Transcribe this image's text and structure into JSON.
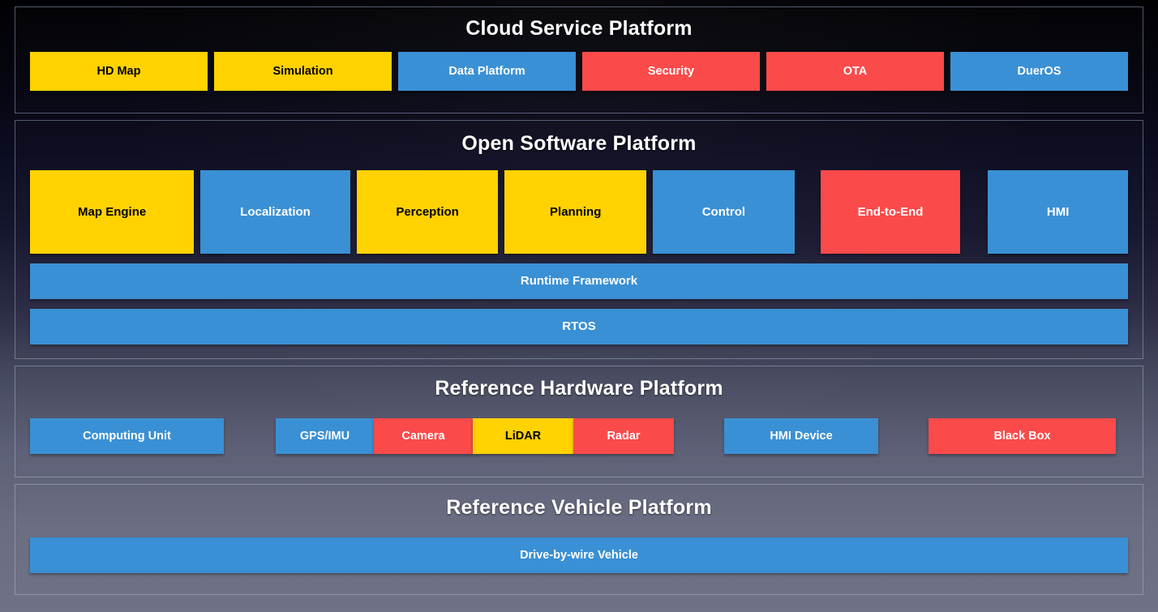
{
  "palette": {
    "yellow": "#FFD200",
    "blue": "#3A90D4",
    "red": "#FB4A4A",
    "text_on_yellow": "#000000",
    "text_on_blue": "#FFFFFF",
    "text_on_red": "#FFFFFF",
    "layer_border": "#AABEE1",
    "title_text": "#FFFFFF"
  },
  "layers": [
    {
      "id": "cloud",
      "title": "Cloud Service Platform",
      "boxes": [
        {
          "label": "HD Map",
          "color": "yellow"
        },
        {
          "label": "Simulation",
          "color": "yellow"
        },
        {
          "label": "Data Platform",
          "color": "blue"
        },
        {
          "label": "Security",
          "color": "red"
        },
        {
          "label": "OTA",
          "color": "red"
        },
        {
          "label": "DuerOS",
          "color": "blue"
        }
      ]
    },
    {
      "id": "software",
      "title": "Open Software Platform",
      "boxes": [
        {
          "label": "Map Engine",
          "color": "yellow"
        },
        {
          "label": "Localization",
          "color": "blue"
        },
        {
          "label": "Perception",
          "color": "yellow"
        },
        {
          "label": "Planning",
          "color": "yellow"
        },
        {
          "label": "Control",
          "color": "blue"
        },
        {
          "label": "End-to-End",
          "color": "red"
        },
        {
          "label": "HMI",
          "color": "blue"
        }
      ],
      "bars": [
        {
          "label": "Runtime Framework",
          "color": "blue"
        },
        {
          "label": "RTOS",
          "color": "blue"
        }
      ]
    },
    {
      "id": "hardware",
      "title": "Reference Hardware Platform",
      "boxes": [
        {
          "label": "Computing Unit",
          "color": "blue"
        },
        {
          "label": "GPS/IMU",
          "color": "blue"
        },
        {
          "label": "Camera",
          "color": "red"
        },
        {
          "label": "LiDAR",
          "color": "yellow"
        },
        {
          "label": "Radar",
          "color": "red"
        },
        {
          "label": "HMI Device",
          "color": "blue"
        },
        {
          "label": "Black Box",
          "color": "red"
        }
      ]
    },
    {
      "id": "vehicle",
      "title": "Reference Vehicle Platform",
      "boxes": [
        {
          "label": "Drive-by-wire Vehicle",
          "color": "blue"
        }
      ]
    }
  ]
}
